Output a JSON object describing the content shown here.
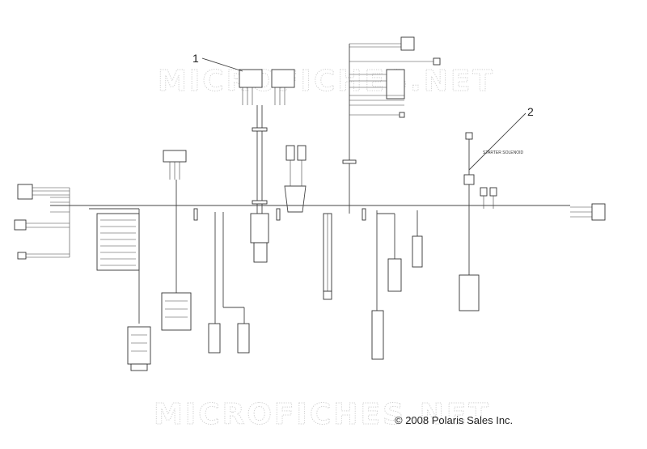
{
  "watermark_text": "MICROFICHES.NET",
  "callouts": [
    "1",
    "2"
  ],
  "copyright": "© 2008 Polaris Sales Inc.",
  "small_label": "STARTER SOLENOID"
}
